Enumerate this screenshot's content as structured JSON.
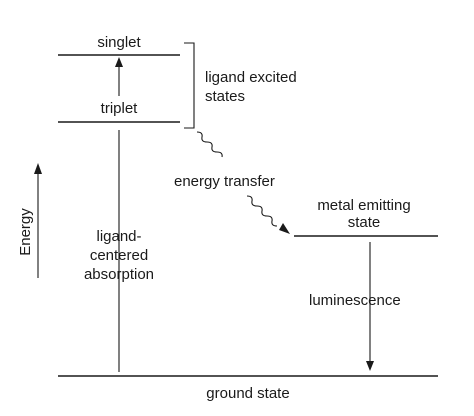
{
  "levels": {
    "singlet": "singlet",
    "triplet": "triplet",
    "metal_emitting_line1": "metal emitting",
    "metal_emitting_line2": "state",
    "ground": "ground state"
  },
  "labels": {
    "ligand_excited_line1": "ligand excited",
    "ligand_excited_line2": "states",
    "energy_transfer": "energy transfer",
    "absorption_line1": "ligand-",
    "absorption_line2": "centered",
    "absorption_line3": "absorption",
    "luminescence": "luminescence",
    "energy_axis": "Energy"
  }
}
